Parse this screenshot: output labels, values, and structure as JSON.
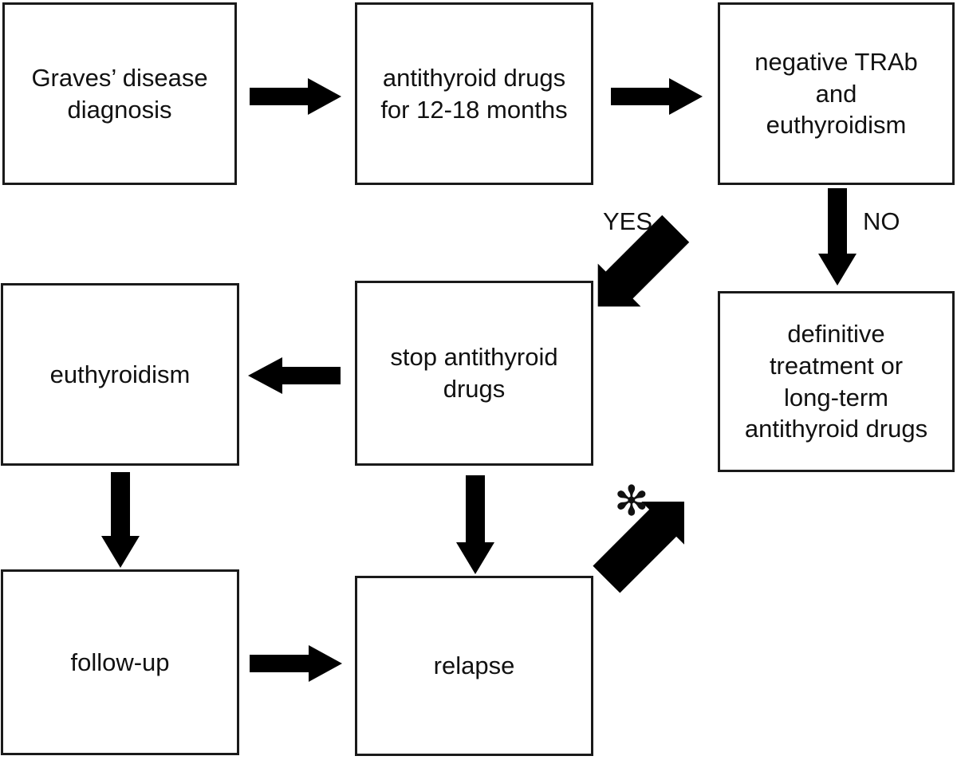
{
  "diagram": {
    "title": "Graves' disease management flowchart",
    "background_color": "#ffffff",
    "line_color": "#000000",
    "box_border_color": "#1a1a1a",
    "text_color": "#111111",
    "nodes": [
      {
        "id": "diagnosis",
        "label": "Graves’ disease\ndiagnosis"
      },
      {
        "id": "atd",
        "label": "antithyroid drugs\nfor 12-18 months"
      },
      {
        "id": "trab",
        "label": "negative TRAb\nand\neuthyroidism"
      },
      {
        "id": "euthyroid",
        "label": "euthyroidism"
      },
      {
        "id": "stop-atd",
        "label": "stop antithyroid\ndrugs"
      },
      {
        "id": "definitive",
        "label": "definitive\ntreatment or\nlong-term\nantithyroid drugs"
      },
      {
        "id": "followup",
        "label": "follow-up"
      },
      {
        "id": "relapse",
        "label": "relapse"
      }
    ],
    "edge_labels": [
      {
        "id": "yes",
        "text": "YES"
      },
      {
        "id": "no",
        "text": "NO"
      },
      {
        "id": "asterisk",
        "text": "✻"
      }
    ]
  }
}
